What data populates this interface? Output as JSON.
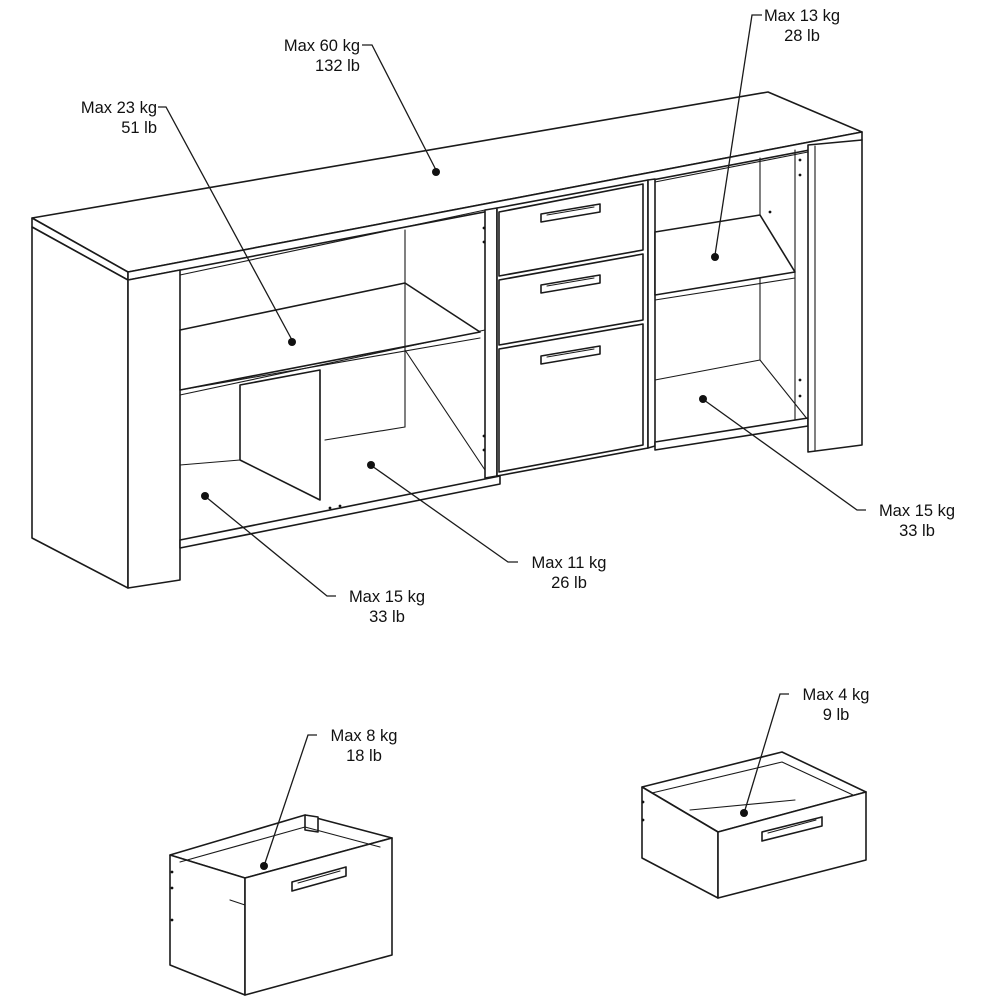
{
  "labels": {
    "top": {
      "kg": "Max 60 kg",
      "lb": "132 lb"
    },
    "upper_left_shelf": {
      "kg": "Max 23 kg",
      "lb": "51 lb"
    },
    "upper_right_shelf": {
      "kg": "Max 13 kg",
      "lb": "28 lb"
    },
    "lower_right_shelf": {
      "kg": "Max 15 kg",
      "lb": "33 lb"
    },
    "lower_middle_shelf": {
      "kg": "Max 11 kg",
      "lb": "26 lb"
    },
    "lower_left_shelf": {
      "kg": "Max 15 kg",
      "lb": "33 lb"
    },
    "large_drawer": {
      "kg": "Max 8 kg",
      "lb": "18 lb"
    },
    "small_drawer": {
      "kg": "Max 4 kg",
      "lb": "9 lb"
    }
  }
}
